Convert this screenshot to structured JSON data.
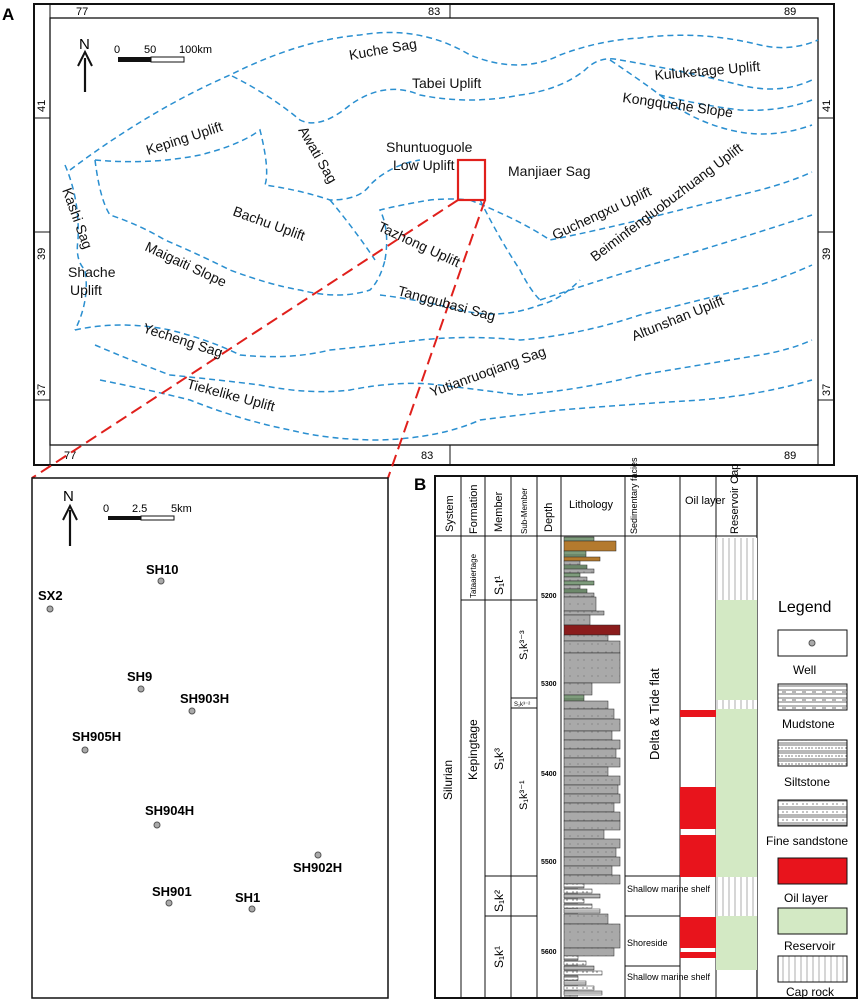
{
  "panel_a": {
    "letter": "A",
    "north": "N",
    "scale": {
      "zero": "0",
      "mid": "50",
      "end": "100km"
    },
    "lon_ticks": [
      "77",
      "83",
      "89"
    ],
    "lat_ticks": [
      "41",
      "39",
      "37"
    ],
    "units": [
      "Kuche Sag",
      "Tabei Uplift",
      "Kuluketage Uplift",
      "Kongquehe Slope",
      "Keping Uplift",
      "Awati Sag",
      "Shuntuoguole",
      "Low Uplift",
      "Manjiaer Sag",
      "Kashi Sag",
      "Bachu Uplift",
      "Tazhong Uplift",
      "Guchengxu Uplift",
      "Beiminfengluobuzhuang Uplift",
      "Shache",
      "Uplift",
      "Maigaiti Slope",
      "Tanggubasi Sag",
      "Yecheng Sag",
      "Yutianruoqiang Sag",
      "Altunshan Uplift",
      "Tiekelike Uplift"
    ],
    "colors": {
      "boundary": "#2a8fd0",
      "study_area": "#e0201c",
      "frame": "#111111"
    }
  },
  "panel_inset": {
    "north": "N",
    "scale": {
      "zero": "0",
      "mid": "2.5",
      "end": "5km"
    },
    "wells": [
      "SH10",
      "SX2",
      "SH9",
      "SH903H",
      "SH905H",
      "SH904H",
      "SH902H",
      "SH901",
      "SH1"
    ]
  },
  "panel_b": {
    "letter": "B",
    "headers": {
      "system": "System",
      "formation": "Formation",
      "member": "Member",
      "sub_member": "Sub-Member",
      "depth": "Depth",
      "lithology": "Lithology",
      "facies": "Sedimentary facies",
      "oil_layer": "Oil layer",
      "reservoir_cap": "Reservoir Cap"
    },
    "system": "Silurian",
    "formations": [
      "Tataaiertage",
      "Kepingtage"
    ],
    "members": {
      "t1": "S₁t¹",
      "k3": "S₁k³",
      "k2": "S₁k²",
      "k1": "S₁k¹"
    },
    "sub_members": {
      "k33": "S₁k³⁻³",
      "k32": "S₁k³⁻²",
      "k31": "S₁k³⁻¹"
    },
    "depths": [
      "5200",
      "5300",
      "5400",
      "5500",
      "5600"
    ],
    "facies": [
      "Delta & Tide flat",
      "Shallow marine shelf",
      "Shoreside",
      "Shallow marine shelf"
    ],
    "colors": {
      "oil": "#e8141c",
      "reservoir": "#d3e9c4",
      "rock_gray": "#a8a8a8",
      "brown": "#b47a2e",
      "green_silt": "#7d9a7a",
      "dark_red": "#8a1c1c"
    }
  },
  "legend": {
    "title": "Legend",
    "items": [
      "Well",
      "Mudstone",
      "Siltstone",
      "Fine sandstone",
      "Oil layer",
      "Reservoir",
      "Cap rock"
    ]
  }
}
